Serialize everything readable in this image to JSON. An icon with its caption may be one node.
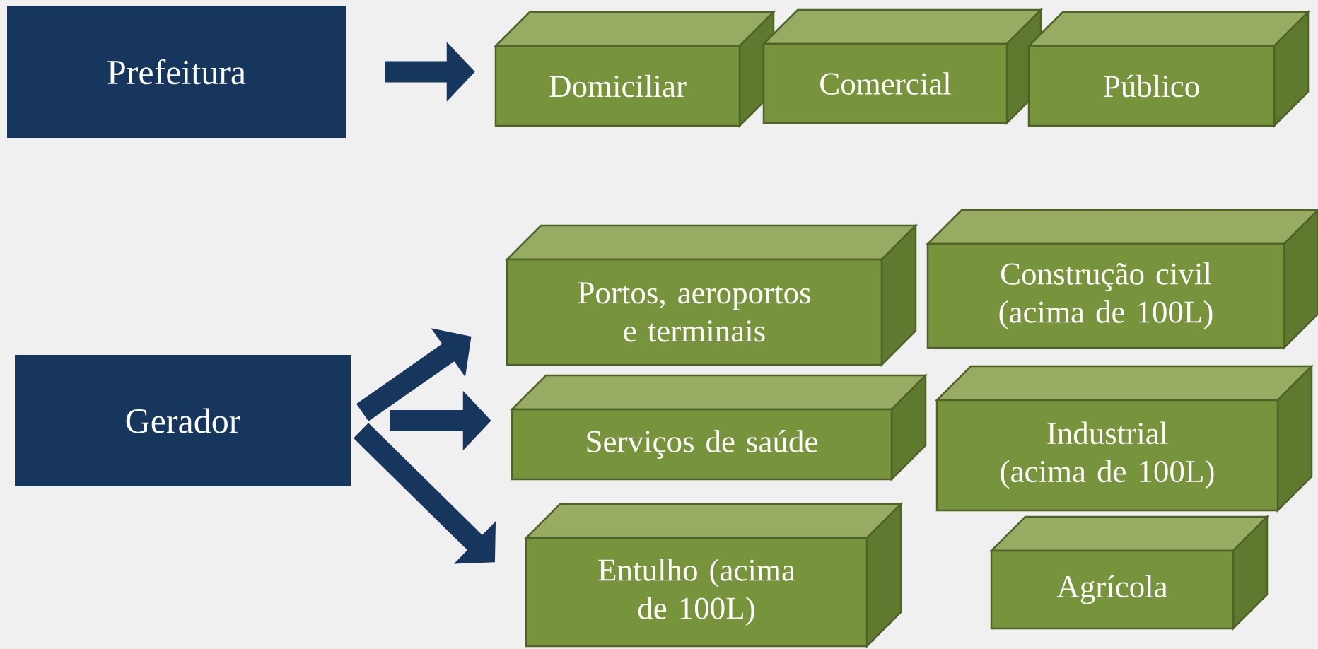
{
  "diagram": {
    "nodes": [
      {
        "text": [
          "Prefeitura"
        ]
      },
      {
        "text": [
          "Domiciliar"
        ]
      },
      {
        "text": [
          "Comercial"
        ]
      },
      {
        "text": [
          "Público"
        ]
      },
      {
        "text": [
          "Gerador"
        ]
      },
      {
        "text": [
          "Portos, aeroportos e terminais"
        ]
      },
      {
        "text": [
          "Construção civil (acima de 100L)"
        ]
      },
      {
        "text": [
          "Serviços de saúde"
        ]
      },
      {
        "text": [
          "Industrial (acima de 100L)"
        ]
      },
      {
        "text": [
          "Entulho (acima de 100L)"
        ]
      },
      {
        "text": [
          "Agrícola"
        ]
      }
    ],
    "edges": [
      {
        "from": 0,
        "to": 1,
        "arrow": "to"
      },
      {
        "from": 4,
        "to": 5,
        "arrow": "to"
      },
      {
        "from": 4,
        "to": 7,
        "arrow": "to"
      },
      {
        "from": 4,
        "to": 9,
        "arrow": "to"
      }
    ]
  }
}
